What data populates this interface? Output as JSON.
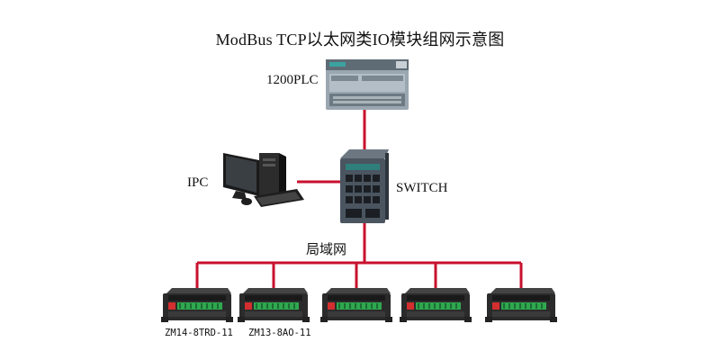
{
  "title": "ModBus TCP以太网类IO模块组网示意图",
  "labels": {
    "plc": "1200PLC",
    "ipc": "IPC",
    "switch": "SWITCH",
    "lan": "局域网"
  },
  "devices": [
    {
      "label": "ZM14-8TRD-11"
    },
    {
      "label": "ZM13-8AO-11"
    },
    {
      "label": ""
    },
    {
      "label": ""
    },
    {
      "label": ""
    }
  ],
  "colors": {
    "link": "#c8102e",
    "device_body": "#2b2b2b",
    "terminal_green": "#2fa84f",
    "plc_body": "#8a9aa6",
    "switch_body": "#4a5560"
  },
  "icons": {
    "plc": "plc-icon",
    "ipc": "desktop-computer-icon",
    "switch": "network-switch-icon",
    "device": "io-module-icon"
  }
}
